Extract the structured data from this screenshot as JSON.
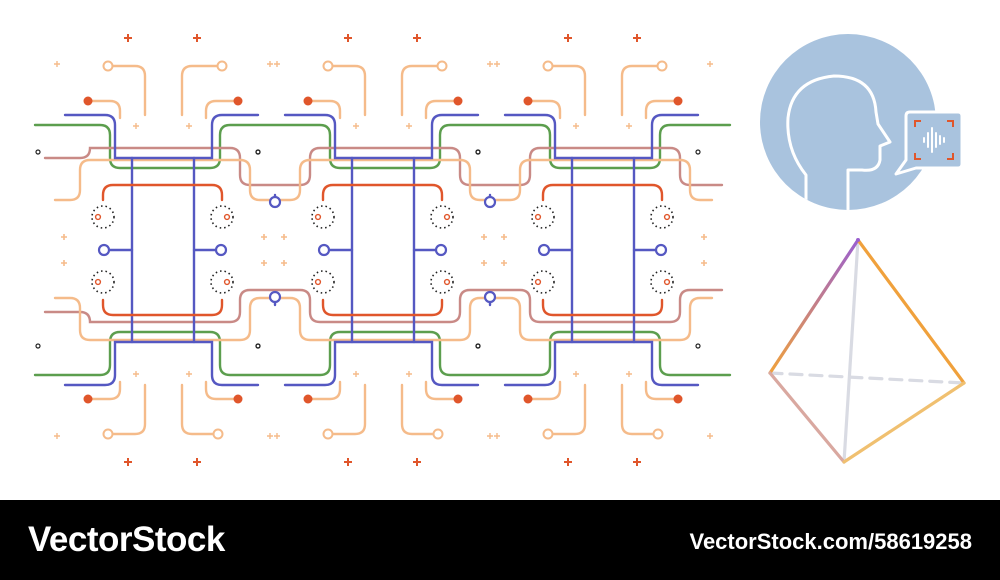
{
  "footer": {
    "brand": "VectorStock",
    "credit": "VectorStock.com/58619258"
  },
  "colors": {
    "footer_bg": "#000000",
    "footer_text": "#ffffff",
    "line_blue": "#5558c2",
    "line_green": "#5c9e4e",
    "line_red": "#e0562b",
    "line_peach": "#f5bb8a",
    "line_rose": "#c98a86",
    "head_circle": "#a9c3de",
    "tetra_orange": "#f0a13c",
    "tetra_purple": "#9a5fcf",
    "tetra_grey": "#d9dbe3"
  },
  "icons": {
    "pattern": "circuit-line-pattern",
    "speech": "speaking-head-icon",
    "shape": "tetrahedron-icon"
  }
}
